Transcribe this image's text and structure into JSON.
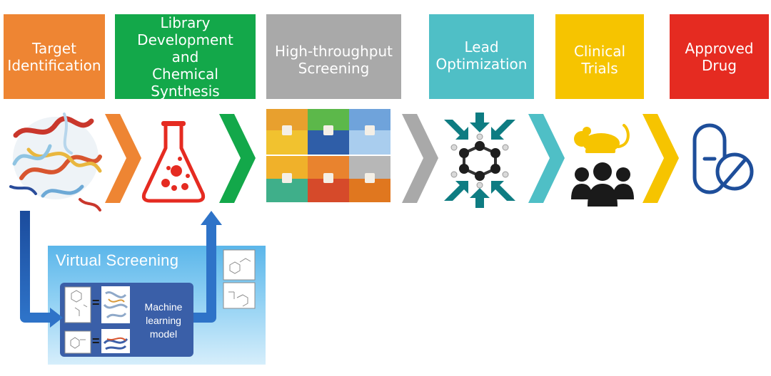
{
  "stages": [
    {
      "label": "Target\nIdentification",
      "color": "#EE8533"
    },
    {
      "label": "Library\nDevelopment\nand\nChemical Synthesis",
      "color": "#13A84A"
    },
    {
      "label": "High-throughput\nScreening",
      "color": "#A9A9A9"
    },
    {
      "label": "Lead\nOptimization",
      "color": "#4FBFC6"
    },
    {
      "label": "Clinical\nTrials",
      "color": "#F6C400"
    },
    {
      "label": "Approved\nDrug",
      "color": "#E52B21"
    }
  ],
  "virtual_screening": {
    "title": "Virtual Screening",
    "model_label": "Machine\nlearning\nmodel",
    "equals": "="
  },
  "icons": [
    "protein-structure-icon",
    "flask-icon",
    "screening-plate-icon",
    "molecule-optimization-icon",
    "lab-mouse-icon",
    "people-group-icon",
    "pill-capsule-icon",
    "chemical-structure-icon"
  ]
}
